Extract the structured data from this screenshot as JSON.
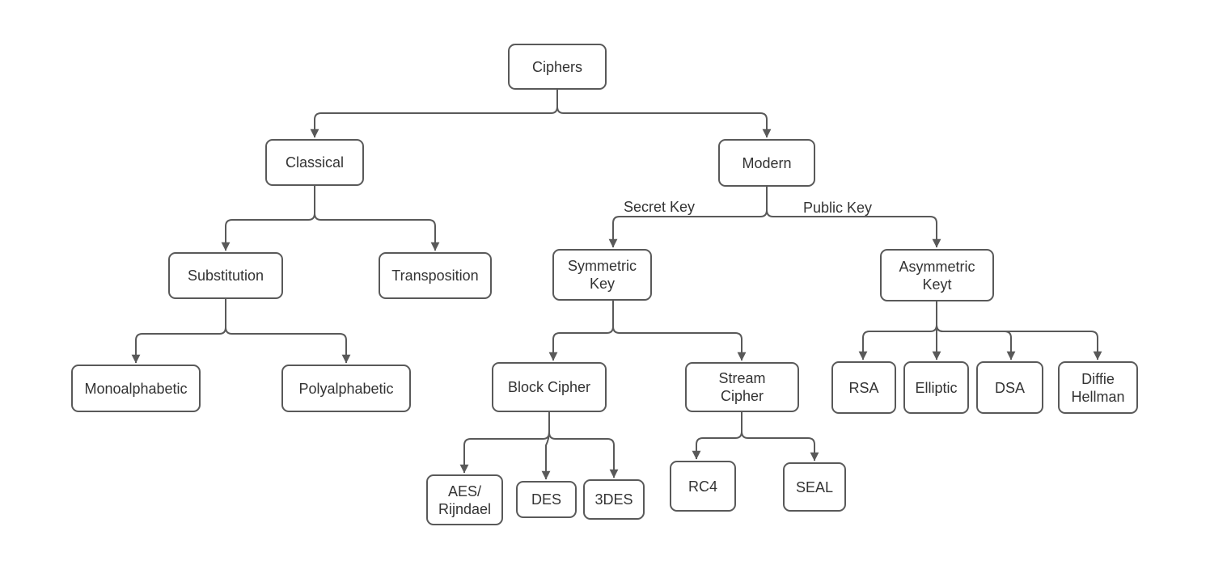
{
  "colors": {
    "node_border": "#595959",
    "connector": "#595959",
    "arrowhead": "#595959",
    "node_fill": "#ffffff",
    "text": "#333333",
    "canvas_background": "#ffffff"
  },
  "diagram": {
    "nodes": {
      "ciphers": "Ciphers",
      "classical": "Classical",
      "modern": "Modern",
      "substitution": "Substitution",
      "transposition": "Transposition",
      "monoalphabetic": "Monoalphabetic",
      "polyalphabetic": "Polyalphabetic",
      "symmetric_key": "Symmetric\nKey",
      "asymmetric_key": "Asymmetric\nKeyt",
      "block_cipher": "Block Cipher",
      "stream_cipher": "Stream\nCipher",
      "aes_rijndael": "AES/\nRijndael",
      "des": "DES",
      "tdes": "3DES",
      "rc4": "RC4",
      "seal": "SEAL",
      "rsa": "RSA",
      "elliptic": "Elliptic",
      "dsa": "DSA",
      "diffie_hellman": "Diffie\nHellman"
    },
    "edge_labels": {
      "secret_key": "Secret Key",
      "public_key": "Public Key"
    },
    "edges": [
      {
        "from": "ciphers",
        "to": "classical"
      },
      {
        "from": "ciphers",
        "to": "modern"
      },
      {
        "from": "classical",
        "to": "substitution"
      },
      {
        "from": "classical",
        "to": "transposition"
      },
      {
        "from": "substitution",
        "to": "monoalphabetic"
      },
      {
        "from": "substitution",
        "to": "polyalphabetic"
      },
      {
        "from": "modern",
        "to": "symmetric_key",
        "label": "Secret Key"
      },
      {
        "from": "modern",
        "to": "asymmetric_key",
        "label": "Public Key"
      },
      {
        "from": "symmetric_key",
        "to": "block_cipher"
      },
      {
        "from": "symmetric_key",
        "to": "stream_cipher"
      },
      {
        "from": "block_cipher",
        "to": "aes_rijndael"
      },
      {
        "from": "block_cipher",
        "to": "des"
      },
      {
        "from": "block_cipher",
        "to": "tdes"
      },
      {
        "from": "stream_cipher",
        "to": "rc4"
      },
      {
        "from": "stream_cipher",
        "to": "seal"
      },
      {
        "from": "asymmetric_key",
        "to": "rsa"
      },
      {
        "from": "asymmetric_key",
        "to": "elliptic"
      },
      {
        "from": "asymmetric_key",
        "to": "dsa"
      },
      {
        "from": "asymmetric_key",
        "to": "diffie_hellman"
      }
    ]
  }
}
